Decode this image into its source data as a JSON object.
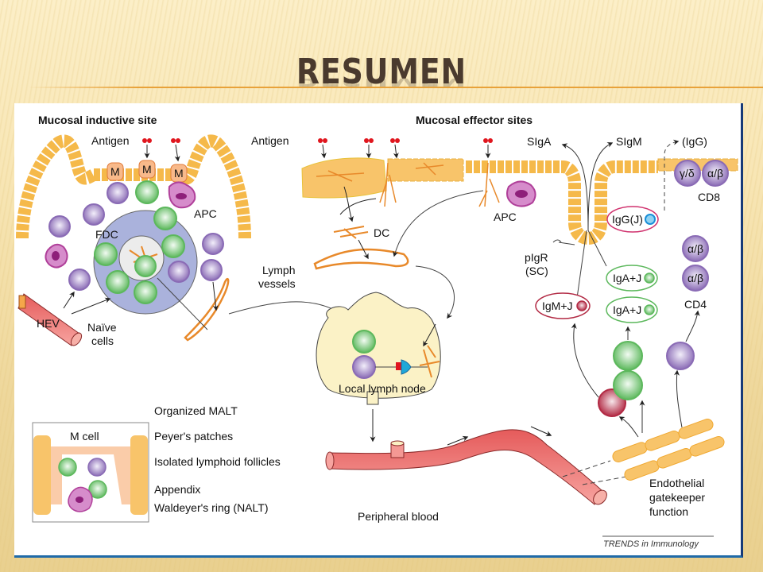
{
  "slide": {
    "title": "RESUMEN"
  },
  "figure": {
    "inductive_site_heading": "Mucosal inductive site",
    "effector_sites_heading": "Mucosal effector sites",
    "labels": {
      "antigen_1": "Antigen",
      "antigen_2": "Antigen",
      "m_cell": "M",
      "apc_1": "APC",
      "apc_2": "APC",
      "fdc": "FDC",
      "hev": "HEV",
      "naive_1": "Naïve",
      "naive_2": "cells",
      "lymph_1": "Lymph",
      "lymph_2": "vessels",
      "dc": "DC",
      "local_lymph_node": "Local lymph node",
      "siga": "SIgA",
      "sigm": "SIgM",
      "igg": "(IgG)",
      "gamma_delta": "γ/δ",
      "alpha_beta": "α/β",
      "cd8": "CD8",
      "cd4": "CD4",
      "iggj": "IgG(J)",
      "igaj": "IgA+J",
      "igmj": "IgM+J",
      "pigr_1": "pIgR",
      "pigr_2": "(SC)",
      "peripheral_blood": "Peripheral blood",
      "endothelial_1": "Endothelial",
      "endothelial_2": "gatekeeper",
      "endothelial_3": "function",
      "credit": "TRENDS in Immunology"
    },
    "malt_inset": {
      "title": "M cell",
      "items": [
        "Organized MALT",
        "Peyer's patches",
        "Isolated lymphoid follicles",
        "Appendix",
        "Waldeyer's ring (NALT)"
      ]
    },
    "colors": {
      "epithelium": "#f5b94a",
      "b_cell": "#5cb85c",
      "t_cell": "#8a6bb5",
      "apc": "#b0409a",
      "dc": "#e8892a",
      "vessel": "#e86a6a",
      "follicle": "#aab2dc",
      "lymph_node": "#fbf2c6",
      "antigen": "#e0161e",
      "igm_cell": "#b22a44",
      "iggj_ring": "#d0326e",
      "iggj_dot": "#1a8fd8"
    }
  }
}
